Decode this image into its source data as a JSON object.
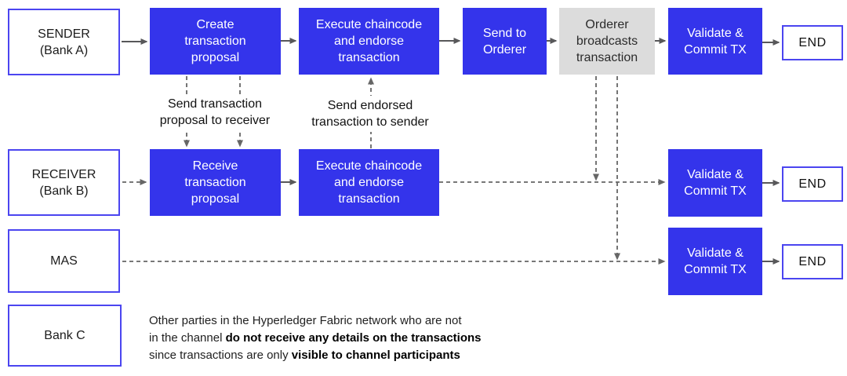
{
  "colors": {
    "process_blue": "#3434eb",
    "lane_border_blue": "#4b45f0",
    "orderer_gray": "#dcdcdc",
    "solid_arrow": "#58585a",
    "dashed_line": "#666666"
  },
  "lanes": [
    {
      "label": "SENDER\n(Bank A)"
    },
    {
      "label": "RECEIVER\n(Bank B)"
    },
    {
      "label": "MAS"
    },
    {
      "label": "Bank C"
    }
  ],
  "row1": {
    "create": "Create\ntransaction\nproposal",
    "execute": "Execute chaincode\nand endorse\ntransaction",
    "send_to_orderer": "Send to\nOrderer",
    "orderer_broadcasts": "Orderer\nbroadcasts\ntransaction",
    "validate": "Validate &\nCommit TX",
    "end": "END"
  },
  "row2": {
    "receive": "Receive\ntransaction\nproposal",
    "execute": "Execute chaincode\nand endorse\ntransaction",
    "validate": "Validate &\nCommit TX",
    "end": "END"
  },
  "row3": {
    "validate": "Validate &\nCommit TX",
    "end": "END"
  },
  "connector_labels": {
    "send_proposal": "Send transaction\nproposal to receiver",
    "send_endorsed": "Send endorsed\ntransaction to sender"
  },
  "note": {
    "line1": "Other parties in the Hyperledger Fabric network who are not",
    "line2_normal": "in the channel ",
    "line2_bold": "do not receive any details on the transactions",
    "line3_normal": "since transactions are only ",
    "line3_bold": "visible to channel participants"
  }
}
